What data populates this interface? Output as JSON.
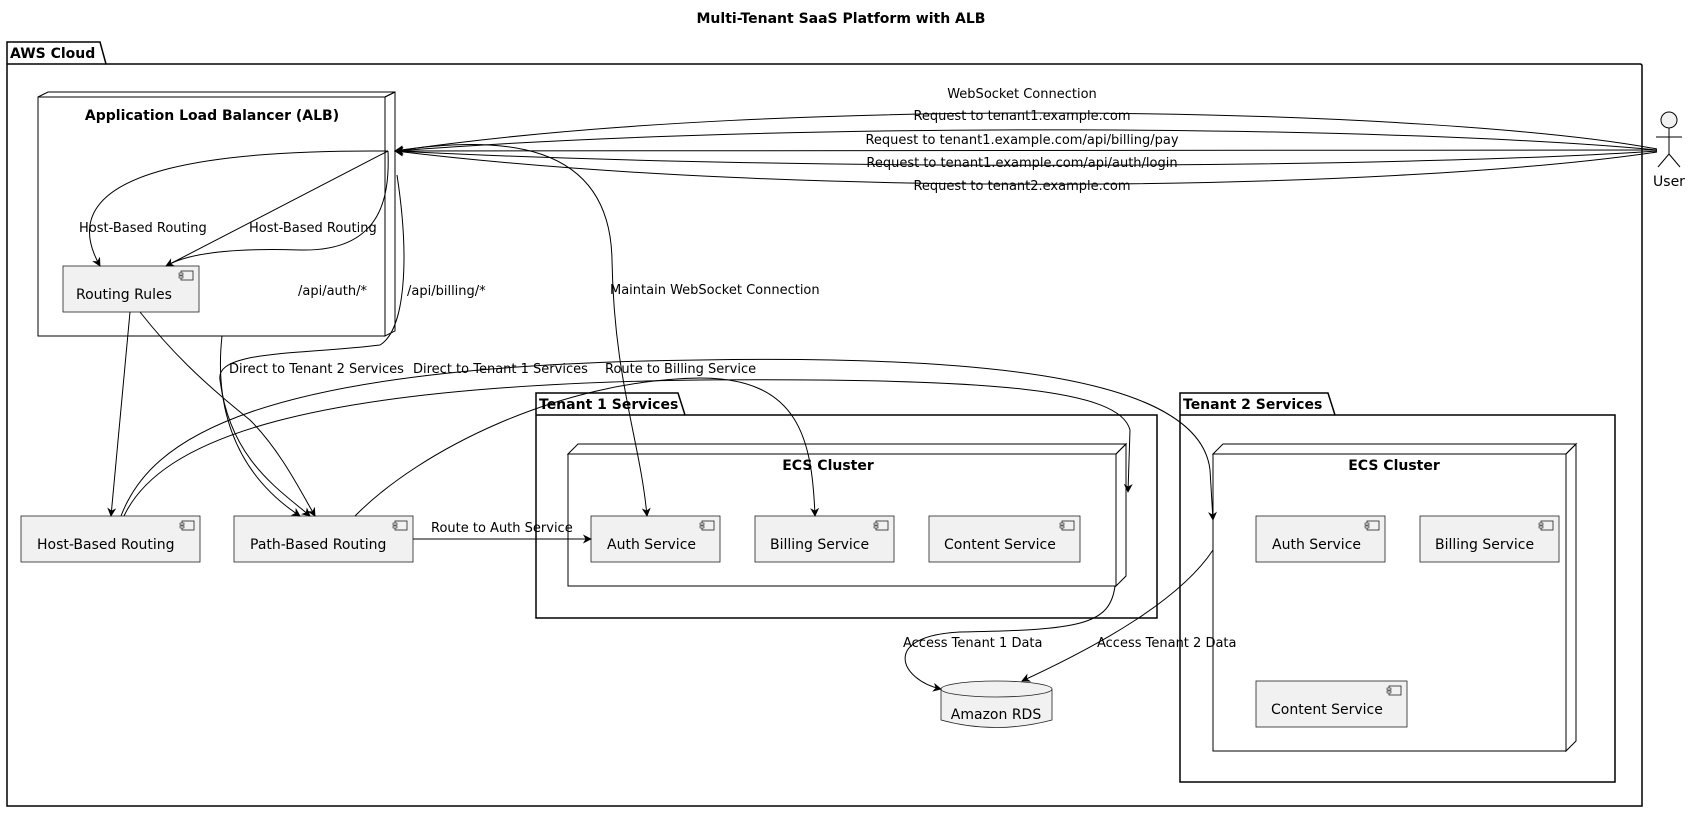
{
  "title": "Multi-Tenant SaaS Platform with ALB",
  "packages": {
    "aws_cloud": "AWS Cloud",
    "tenant1": "Tenant 1 Services",
    "tenant2": "Tenant 2 Services"
  },
  "nodes": {
    "alb": "Application Load Balancer (ALB)",
    "ecs1": "ECS Cluster",
    "ecs2": "ECS Cluster"
  },
  "components": {
    "routing_rules": "Routing Rules",
    "host_based": "Host-Based Routing",
    "path_based": "Path-Based Routing",
    "t1_auth": "Auth Service",
    "t1_billing": "Billing Service",
    "t1_content": "Content Service",
    "t2_auth": "Auth Service",
    "t2_billing": "Billing Service",
    "t2_content": "Content Service",
    "rds": "Amazon RDS"
  },
  "actor": "User",
  "edges": {
    "ws": "WebSocket Connection",
    "req_t1": "Request to tenant1.example.com",
    "req_billing": "Request to tenant1.example.com/api/billing/pay",
    "req_auth": "Request to tenant1.example.com/api/auth/login",
    "req_t2": "Request to tenant2.example.com",
    "host_routing_1": "Host-Based Routing",
    "host_routing_2": "Host-Based Routing",
    "api_auth": "/api/auth/*",
    "api_billing": "/api/billing/*",
    "maintain_ws": "Maintain WebSocket Connection",
    "direct_t2": "Direct to Tenant 2 Services",
    "direct_t1": "Direct to Tenant 1 Services",
    "route_billing": "Route to Billing Service",
    "route_auth": "Route to Auth Service",
    "access_t1": "Access Tenant 1 Data",
    "access_t2": "Access Tenant 2 Data"
  }
}
